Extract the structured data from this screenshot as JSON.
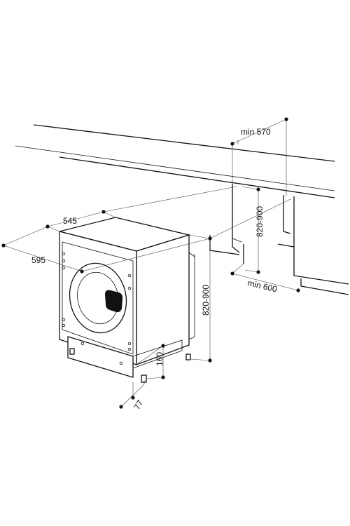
{
  "dimensions": {
    "min_depth_top": "min 570",
    "niche_height": "820-900",
    "min_width_niche": "min 600",
    "appliance_depth": "545",
    "appliance_width": "595",
    "appliance_height": "820-900",
    "plinth_height": "160",
    "foot_offset": "77"
  }
}
